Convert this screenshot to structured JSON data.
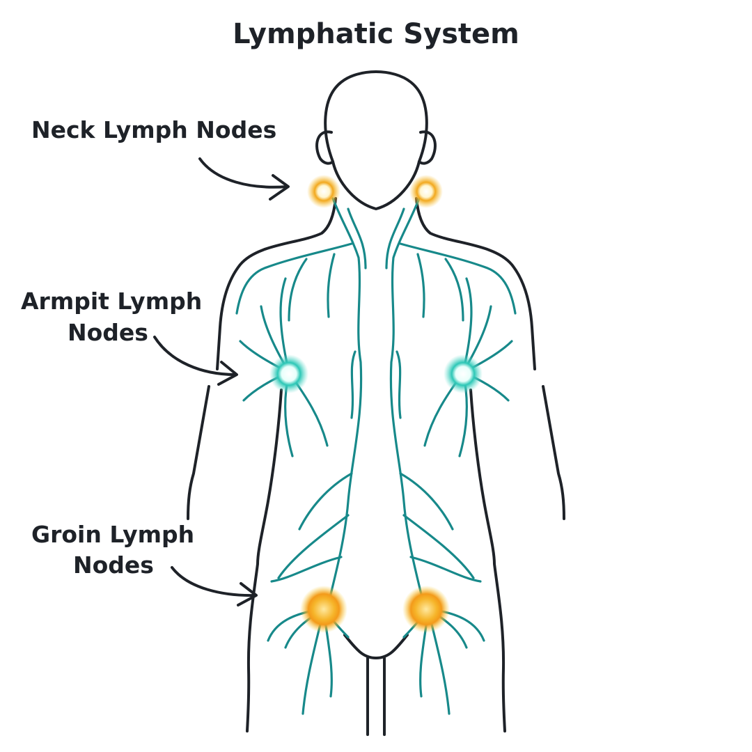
{
  "title": "Lymphatic System",
  "labels": {
    "neck": [
      "Neck Lymph Nodes"
    ],
    "armpit": [
      "Armpit Lymph",
      "Nodes"
    ],
    "groin": [
      "Groin Lymph",
      "Nodes"
    ]
  },
  "colors": {
    "outline": "#1e2228",
    "vessels": "#17898a",
    "neck_nodes": "#f2a81d",
    "armpit_nodes": "#2cc7b6",
    "groin_nodes": "#f39a1a"
  }
}
